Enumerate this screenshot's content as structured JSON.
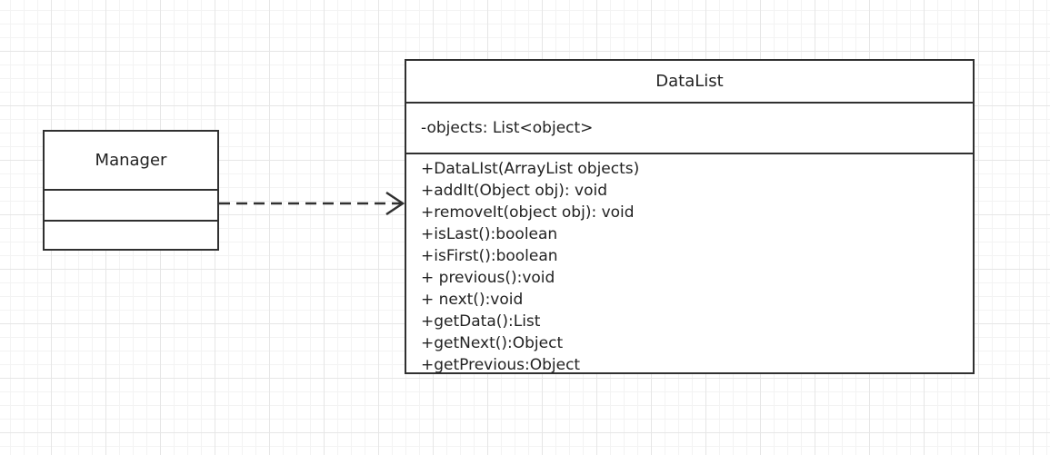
{
  "diagram": {
    "classes": [
      {
        "id": "manager",
        "name": "Manager",
        "attributes": [],
        "operations": []
      },
      {
        "id": "datalist",
        "name": "DataList",
        "attributes": [
          "-objects: List<object>"
        ],
        "operations": [
          "+DataLIst(ArrayList objects)",
          "+addIt(Object obj): void",
          "+removeIt(object obj): void",
          "+isLast():boolean",
          "+isFirst():boolean",
          "+ previous():void",
          "+ next():void",
          "+getData():List",
          "+getNext():Object",
          "+getPrevious:Object"
        ]
      }
    ],
    "relationships": [
      {
        "type": "dependency",
        "from": "Manager",
        "to": "DataList",
        "line_style": "dashed",
        "arrowhead": "open"
      }
    ],
    "colors": {
      "stroke": "#303030",
      "background": "#ffffff",
      "grid": "#e6e6e6"
    }
  }
}
